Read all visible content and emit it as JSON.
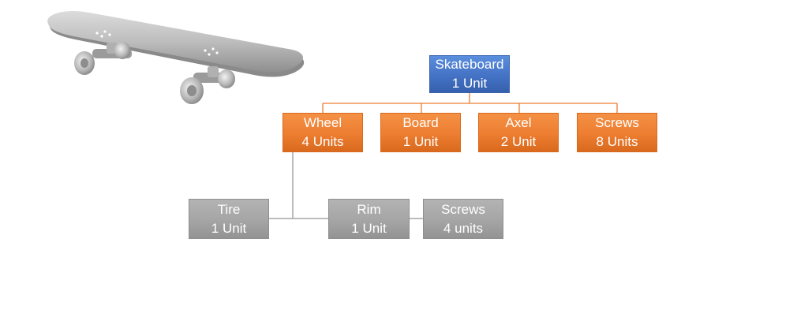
{
  "root": {
    "name": "Skateboard",
    "qty": "1 Unit"
  },
  "parts": [
    {
      "name": "Wheel",
      "qty": "4 Units"
    },
    {
      "name": "Board",
      "qty": "1 Unit"
    },
    {
      "name": "Axel",
      "qty": "2 Unit"
    },
    {
      "name": "Screws",
      "qty": "8 Units"
    }
  ],
  "wheel_parts": [
    {
      "name": "Tire",
      "qty": "1 Unit"
    },
    {
      "name": "Rim",
      "qty": "1 Unit"
    },
    {
      "name": "Screws",
      "qty": "4 units"
    }
  ],
  "colors": {
    "root": "#4472c4",
    "parts": "#ed7d31",
    "sub_parts": "#a5a5a5",
    "root_connector": "#ed7d31",
    "sub_connector": "#a5a5a5"
  },
  "image": {
    "icon": "skateboard-icon"
  }
}
